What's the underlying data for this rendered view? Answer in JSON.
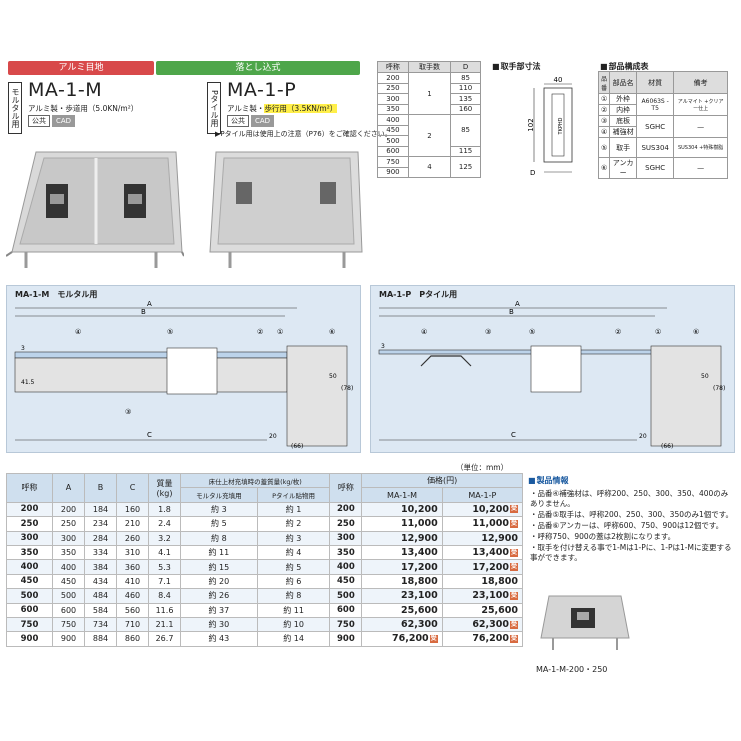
{
  "header": {
    "mortar_label": "アルミ目地",
    "drop_label": "落とし込式"
  },
  "mortar_product": {
    "vertical_tag": "モルタル用",
    "model": "MA-1-M",
    "spec": "アルミ製・歩道用（5.0KN/m²）",
    "badges": [
      "公共",
      "CAD"
    ]
  },
  "tile_product": {
    "vertical_tag": "Pタイル用",
    "model": "MA-1-P",
    "spec_prefix": "アルミ製・",
    "spec_highlight": "歩行用（3.5KN/m²）",
    "badges": [
      "公共",
      "CAD"
    ],
    "note": "Pタイル用は使用上の注意（P76）をご確認ください。"
  },
  "handle_table": {
    "headers": [
      "呼称",
      "取手数",
      "D"
    ],
    "rows": [
      [
        "200",
        "",
        "85"
      ],
      [
        "250",
        "1",
        "110"
      ],
      [
        "300",
        "",
        "135"
      ],
      [
        "350",
        "",
        "160"
      ],
      [
        "400",
        "",
        ""
      ],
      [
        "450",
        "2",
        "85"
      ],
      [
        "500",
        "",
        ""
      ],
      [
        "600",
        "",
        "115"
      ],
      [
        "750",
        "4",
        "125"
      ],
      [
        "900",
        "",
        ""
      ]
    ]
  },
  "handle_dim": {
    "title": "取手部寸法",
    "w": "40",
    "h": "102",
    "d": "D",
    "mark": "TKPHD"
  },
  "parts": {
    "title": "部品構成表",
    "headers": [
      "品番",
      "部品名",
      "材質",
      "備考"
    ],
    "rows": [
      [
        "①",
        "外枠",
        "A6063S -T5",
        "アルマイト +クリアー仕上"
      ],
      [
        "②",
        "内枠",
        "",
        ""
      ],
      [
        "③",
        "底板",
        "SGHC",
        "—"
      ],
      [
        "④",
        "補強材",
        "",
        ""
      ],
      [
        "⑤",
        "取手",
        "SUS304",
        "SUS304 +特殊樹脂"
      ],
      [
        "⑥",
        "アンカー",
        "SGHC",
        "—"
      ]
    ]
  },
  "section_m": {
    "title": "MA-1-M　モルタル用",
    "labels": [
      "A",
      "B",
      "C",
      "④",
      "⑤",
      "②",
      "①",
      "⑥",
      "③",
      "41.5",
      "3",
      "50",
      "(78)",
      "20",
      "(66)"
    ]
  },
  "section_p": {
    "title": "MA-1-P　Pタイル用",
    "labels": [
      "A",
      "B",
      "C",
      "④",
      "③",
      "⑤",
      "②",
      "①",
      "⑥",
      "3",
      "50",
      "(78)",
      "20",
      "(66)"
    ]
  },
  "unit": "（単位：mm）",
  "table": {
    "headers": {
      "name": "呼称",
      "a": "A",
      "b": "B",
      "c": "C",
      "mass": "質量 (kg)",
      "fill": "床仕上材充填時の蓋質量(kg/枚)",
      "fill_m": "モルタル充填用",
      "fill_p": "Pタイル貼物用",
      "name2": "呼称",
      "price": "価格(円)",
      "price_m": "MA-1-M",
      "price_p": "MA-1-P"
    },
    "rows": [
      {
        "n": "200",
        "a": "200",
        "b": "184",
        "c": "160",
        "kg": "1.8",
        "fm": "約 3",
        "fp": "約 1",
        "pm": "10,200",
        "pp": "10,200",
        "mm": false,
        "mp": true
      },
      {
        "n": "250",
        "a": "250",
        "b": "234",
        "c": "210",
        "kg": "2.4",
        "fm": "約 5",
        "fp": "約 2",
        "pm": "11,000",
        "pp": "11,000",
        "mm": false,
        "mp": true
      },
      {
        "n": "300",
        "a": "300",
        "b": "284",
        "c": "260",
        "kg": "3.2",
        "fm": "約 8",
        "fp": "約 3",
        "pm": "12,900",
        "pp": "12,900",
        "mm": false,
        "mp": false
      },
      {
        "n": "350",
        "a": "350",
        "b": "334",
        "c": "310",
        "kg": "4.1",
        "fm": "約 11",
        "fp": "約 4",
        "pm": "13,400",
        "pp": "13,400",
        "mm": false,
        "mp": true
      },
      {
        "n": "400",
        "a": "400",
        "b": "384",
        "c": "360",
        "kg": "5.3",
        "fm": "約 15",
        "fp": "約 5",
        "pm": "17,200",
        "pp": "17,200",
        "mm": false,
        "mp": true
      },
      {
        "n": "450",
        "a": "450",
        "b": "434",
        "c": "410",
        "kg": "7.1",
        "fm": "約 20",
        "fp": "約 6",
        "pm": "18,800",
        "pp": "18,800",
        "mm": false,
        "mp": false
      },
      {
        "n": "500",
        "a": "500",
        "b": "484",
        "c": "460",
        "kg": "8.4",
        "fm": "約 26",
        "fp": "約 8",
        "pm": "23,100",
        "pp": "23,100",
        "mm": false,
        "mp": true
      },
      {
        "n": "600",
        "a": "600",
        "b": "584",
        "c": "560",
        "kg": "11.6",
        "fm": "約 37",
        "fp": "約 11",
        "pm": "25,600",
        "pp": "25,600",
        "mm": false,
        "mp": false
      },
      {
        "n": "750",
        "a": "750",
        "b": "734",
        "c": "710",
        "kg": "21.1",
        "fm": "約 30",
        "fp": "約 10",
        "pm": "62,300",
        "pp": "62,300",
        "mm": false,
        "mp": true
      },
      {
        "n": "900",
        "a": "900",
        "b": "884",
        "c": "860",
        "kg": "26.7",
        "fm": "約 43",
        "fp": "約 14",
        "pm": "76,200",
        "pp": "76,200",
        "mm": true,
        "mp": true
      }
    ],
    "mark_text": "受"
  },
  "info": {
    "title": "製品情報",
    "items": [
      "品番④補強材は、呼称200、250、300、350、400のみありません。",
      "品番⑤取手は、呼称200、250、300、350のみ1個です。",
      "品番⑥アンカーは、呼称600、750、900は12個です。",
      "呼称750、900の蓋は2枚割になります。",
      "取手を付け替える事で1-Mは1-Pに、1-Pは1-Mに変更する事ができます。"
    ],
    "caption": "MA-1-M-200・250"
  }
}
